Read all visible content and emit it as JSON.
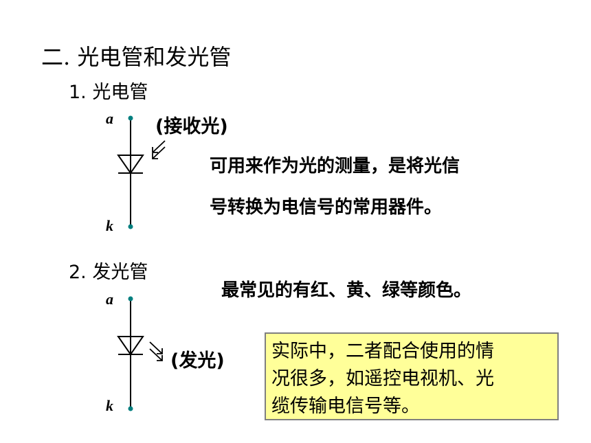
{
  "heading": "二. 光电管和发光管",
  "section1": {
    "number": "1.",
    "title": "光电管",
    "pin_a": "a",
    "pin_k": "k",
    "tag": "(接收光)",
    "desc_line1": "可用来作为光的测量，是将光信",
    "desc_line2": "号转换为电信号的常用器件。"
  },
  "section2": {
    "number": "2.",
    "title": "发光管",
    "pin_a": "a",
    "pin_k": "k",
    "tag": "(发光)",
    "desc": "最常见的有红、黄、绿等颜色。"
  },
  "note": {
    "line1": "实际中，二者配合使用的情",
    "line2": "况很多，如遥控电视机、光",
    "line3": "缆传输电信号等。"
  },
  "colors": {
    "terminal_dot": "#007f7f",
    "note_bg": "#ffff99",
    "note_border": "#7f7f7f"
  }
}
